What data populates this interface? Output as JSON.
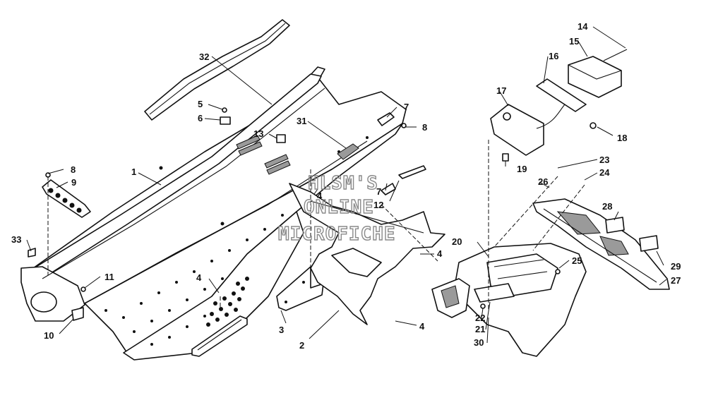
{
  "watermark": {
    "lines": [
      "HLSM'S",
      "ONLINE",
      "MICROFICHE"
    ],
    "color": "#8a8a8a"
  },
  "callouts": {
    "c1": "1",
    "c2": "2",
    "c3": "3",
    "c4a": "4",
    "c4b": "4",
    "c4c": "4",
    "c4d": "4",
    "c5": "5",
    "c6": "6",
    "c7a": "7",
    "c7b": "7",
    "c8a": "8",
    "c8b": "8",
    "c9": "9",
    "c10": "10",
    "c11": "11",
    "c12": "12",
    "c13": "13",
    "c14": "14",
    "c15": "15",
    "c16": "16",
    "c17": "17",
    "c18": "18",
    "c19": "19",
    "c20": "20",
    "c21": "21",
    "c22": "22",
    "c23": "23",
    "c24": "24",
    "c25": "25",
    "c26": "26",
    "c27": "27",
    "c28": "28",
    "c29": "29",
    "c30": "30",
    "c31": "31",
    "c32": "32",
    "c33": "33"
  },
  "colors": {
    "ink": "#111111",
    "paper": "#ffffff",
    "shade": "#9a9a9a"
  }
}
